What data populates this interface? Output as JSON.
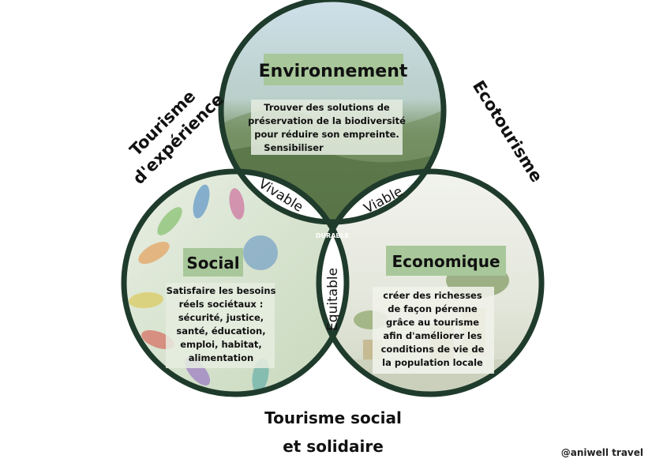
{
  "circles": {
    "environnement": {
      "title": "Environnement",
      "lines": [
        "Trouver des solutions de",
        "préservation de la biodiversité",
        "pour réduire son empreinte.",
        "Sensibiliser"
      ]
    },
    "social": {
      "title": "Social",
      "lines": [
        "Satisfaire les besoins",
        "réels sociétaux :",
        "sécurité, justice,",
        "santé, éducation,",
        "emploi, habitat,",
        "alimentation"
      ]
    },
    "economique": {
      "title": "Economique",
      "lines": [
        "créer des richesses",
        "de façon pérenne",
        "grâce au tourisme",
        "afin d'améliorer les",
        "conditions de vie de",
        "la population locale"
      ]
    }
  },
  "overlaps": {
    "vivable": "Vivable",
    "viable": "Viable",
    "equitable": "Equitable",
    "durable": "DURABLE"
  },
  "outer_labels": {
    "experience_1": "Tourisme",
    "experience_2": "d'expérience",
    "ecotourisme": "Ecotourisme",
    "social_1": "Tourisme social",
    "social_2": "et solidaire"
  },
  "credit": "@aniwell travel",
  "colors": {
    "ring": "#1f3b2c",
    "label_bg": "#a8c79a",
    "text_panel": "#cfdcc8",
    "center": "#1f3b2c"
  }
}
